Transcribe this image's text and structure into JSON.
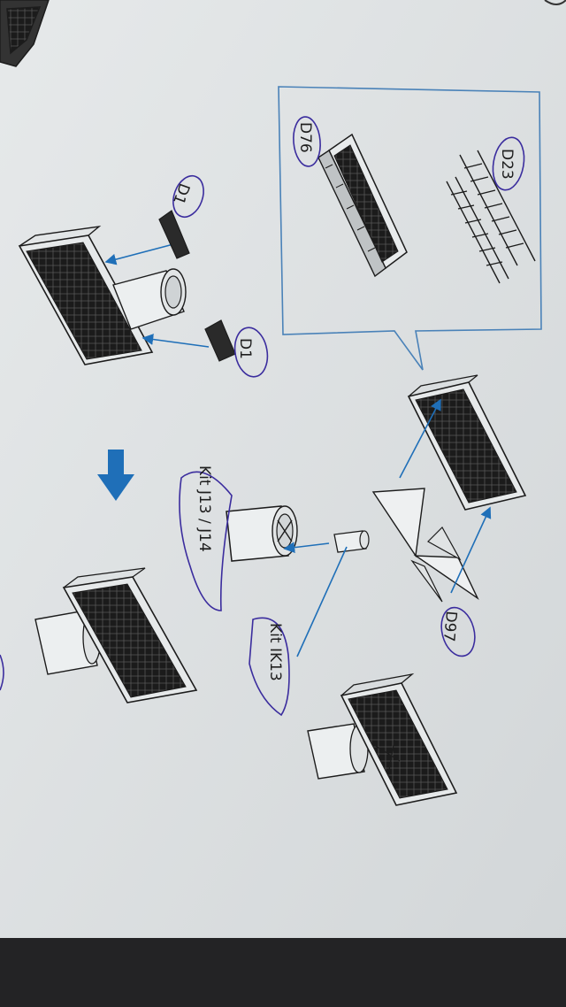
{
  "labels": {
    "d23": "D23",
    "d76": "D76",
    "d1_top": "D1",
    "d1_mid": "D1",
    "d97": "D97",
    "kit_j": "Kit J13 / J14",
    "kit_ik": "Kit IK13"
  },
  "colors": {
    "paper": "#dfe3e4",
    "ink": "#1c1c1c",
    "callout_blue": "#4a82b8",
    "arrow_blue": "#1f6fb8",
    "handwriting": "#3b2d9e"
  },
  "icons": {
    "step_arrow": "down-arrow-icon"
  }
}
